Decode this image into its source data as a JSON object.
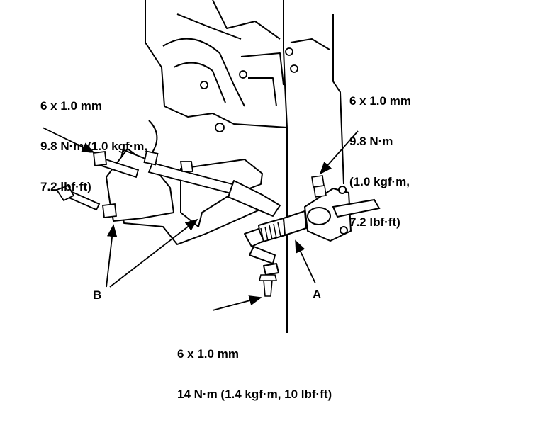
{
  "labels": {
    "left_spec": [
      "6 x 1.0 mm",
      "9.8 N·m (1.0 kgf·m,",
      "7.2 lbf·ft)"
    ],
    "right_spec": [
      "6 x 1.0 mm",
      "9.8 N·m",
      "(1.0 kgf·m,",
      "7.2 lbf·ft)"
    ],
    "bottom_spec": [
      "6 x 1.0 mm",
      "14 N·m (1.4 kgf·m, 10 lbf·ft)"
    ],
    "callout_a": "A",
    "callout_b": "B"
  },
  "colors": {
    "ink": "#000000",
    "paper": "#ffffff"
  }
}
